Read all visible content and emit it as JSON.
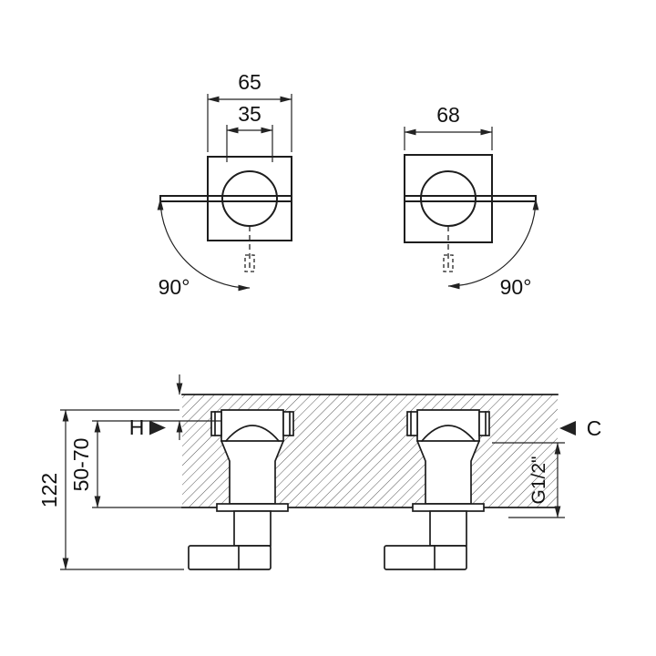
{
  "drawing": {
    "front_view": {
      "left_valve": {
        "outer_width": "65",
        "handle_width": "35",
        "rotation": "90°"
      },
      "right_valve": {
        "outer_width": "68",
        "rotation": "90°"
      }
    },
    "section_view": {
      "overall_depth": "122",
      "installation_depth": "50-70",
      "finished_wall_label": "H",
      "rough_wall_label": "C",
      "connection_thread": "G1/2\""
    }
  }
}
